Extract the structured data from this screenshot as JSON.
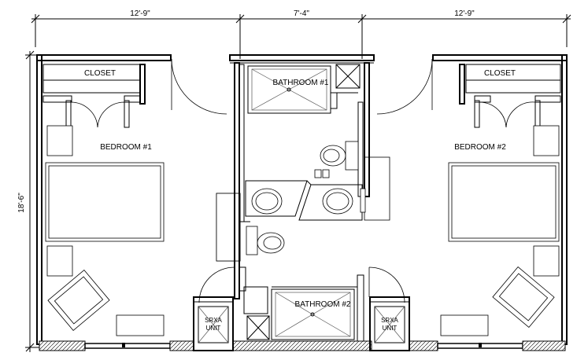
{
  "dimensions": {
    "left_width": "12'-9\"",
    "center_width": "7'-4\"",
    "right_width": "12'-9\"",
    "overall_depth": "18'-6\""
  },
  "rooms": {
    "closet_left": "CLOSET",
    "closet_right": "CLOSET",
    "bedroom_1": "BEDROOM #1",
    "bedroom_2": "BEDROOM #2",
    "bathroom_1": "BATHROOM #1",
    "bathroom_2": "BATHROOM #2"
  },
  "units": {
    "left_line1": "SRXA",
    "left_line2": "UNIT",
    "right_line1": "SRXA",
    "right_line2": "UNIT"
  }
}
